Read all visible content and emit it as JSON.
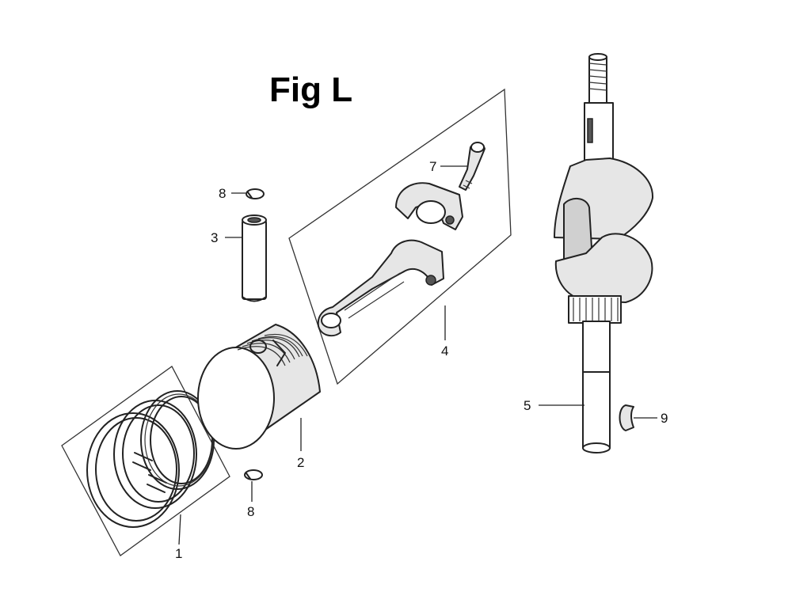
{
  "figure": {
    "title": "Fig L"
  },
  "callouts": [
    {
      "id": "c1",
      "label": "1"
    },
    {
      "id": "c2",
      "label": "2"
    },
    {
      "id": "c3",
      "label": "3"
    },
    {
      "id": "c4",
      "label": "4"
    },
    {
      "id": "c5",
      "label": "5"
    },
    {
      "id": "c7",
      "label": "7"
    },
    {
      "id": "c8a",
      "label": "8"
    },
    {
      "id": "c8b",
      "label": "8"
    },
    {
      "id": "c9",
      "label": "9"
    }
  ],
  "parts": [
    {
      "name": "piston-ring-set",
      "callout": "1"
    },
    {
      "name": "piston",
      "callout": "2"
    },
    {
      "name": "piston-pin",
      "callout": "3"
    },
    {
      "name": "connecting-rod-assembly",
      "callout": "4"
    },
    {
      "name": "crankshaft",
      "callout": "5"
    },
    {
      "name": "connecting-rod-bolt",
      "callout": "7"
    },
    {
      "name": "piston-pin-clip-upper",
      "callout": "8"
    },
    {
      "name": "piston-pin-clip-lower",
      "callout": "8"
    },
    {
      "name": "woodruff-key",
      "callout": "9"
    }
  ],
  "colors": {
    "ink": "#222222",
    "background": "#ffffff",
    "shade": "#e6e6e6"
  }
}
